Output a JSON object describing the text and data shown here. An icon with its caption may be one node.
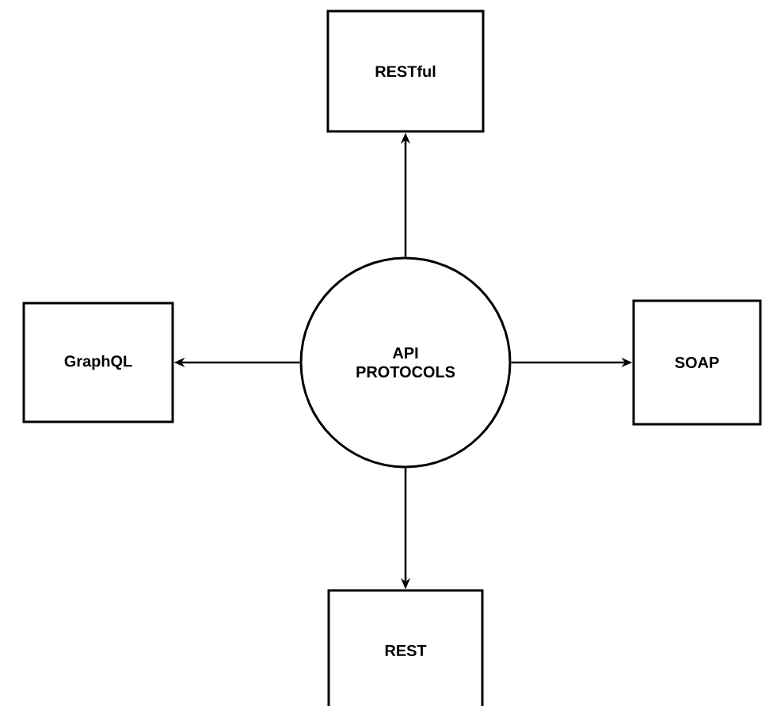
{
  "diagram": {
    "nodes": [
      {
        "text": [
          "RESTful"
        ]
      },
      {
        "text": [
          "GraphQL"
        ]
      },
      {
        "text": [
          "API PROTOCOLS"
        ]
      },
      {
        "text": [
          "SOAP"
        ]
      },
      {
        "text": [
          "REST"
        ]
      }
    ],
    "edges": [
      {
        "from": 2,
        "to": 0,
        "arrow": "to"
      },
      {
        "from": 2,
        "to": 1,
        "arrow": "to"
      },
      {
        "from": 2,
        "to": 3,
        "arrow": "to"
      },
      {
        "from": 2,
        "to": 4,
        "arrow": "to"
      }
    ]
  }
}
